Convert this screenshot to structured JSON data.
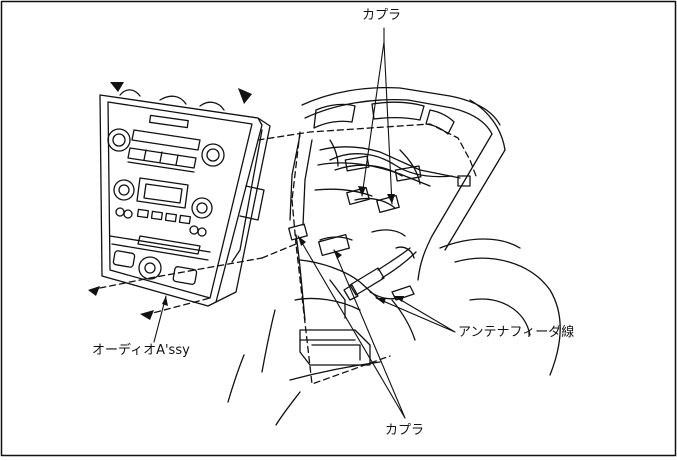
{
  "labels": {
    "coupler_top": "カプラ",
    "coupler_bottom": "カプラ",
    "antenna_feeder": "アンテナフィーダ線",
    "audio_assy": "オーディオA'ssy"
  },
  "colors": {
    "line": "#111111",
    "background": "#ffffff"
  }
}
